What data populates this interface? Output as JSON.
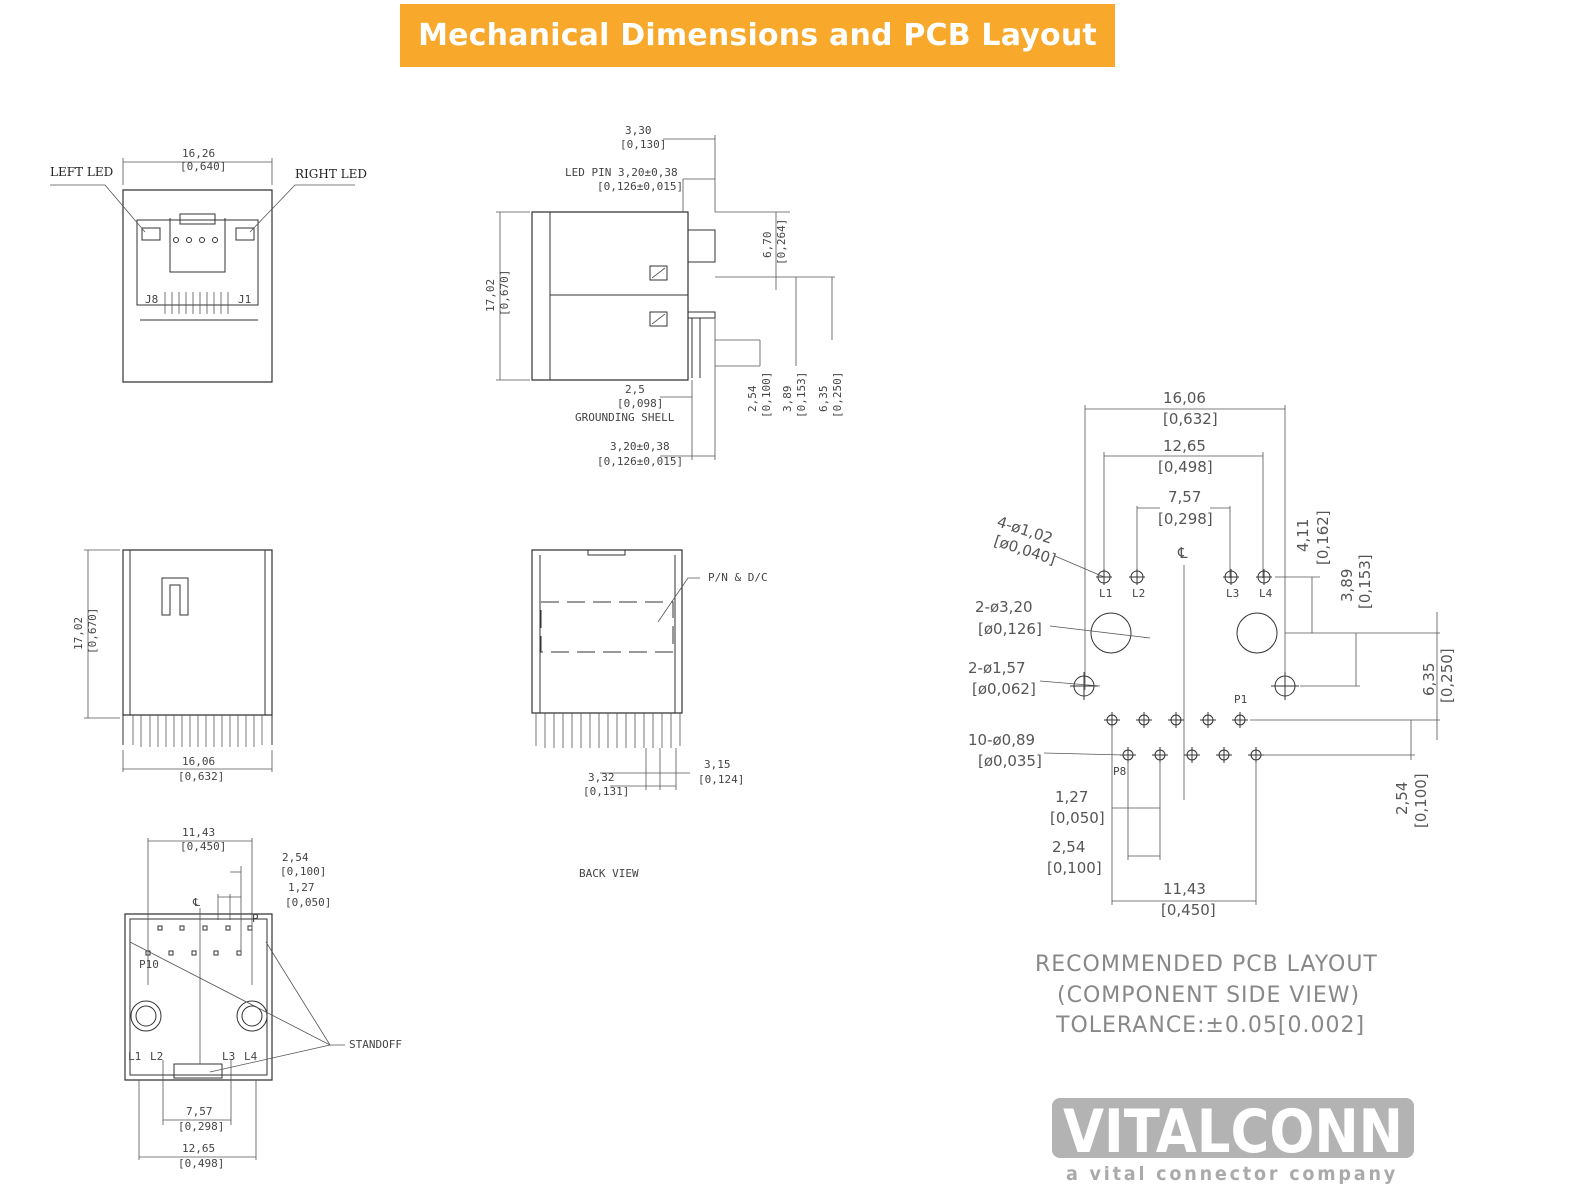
{
  "header": {
    "title": "Mechanical Dimensions and PCB Layout"
  },
  "front_view": {
    "width_mm": "16,26",
    "width_in": "[0,640]",
    "left_led": "LEFT LED",
    "right_led": "RIGHT LED",
    "pin_j8": "J8",
    "pin_j1": "J1"
  },
  "side_view": {
    "top_mm": "3,30",
    "top_in": "[0,130]",
    "led_pin_mm": "LED PIN 3,20±0,38",
    "led_pin_in": "[0,126±0,015]",
    "height_mm": "17,02",
    "height_in": "[0,670]",
    "d670_mm": "6,70",
    "d670_in": "[0,264]",
    "shell_mm": "2,5",
    "shell_in": "[0,098]",
    "shell_label": "GROUNDING SHELL",
    "bottom_mm": "3,20±0,38",
    "bottom_in": "[0,126±0,015]",
    "d254_mm": "2,54",
    "d254_in": "[0,100]",
    "d389_mm": "3,89",
    "d389_in": "[0,153]",
    "d635_mm": "6,35",
    "d635_in": "[0,250]"
  },
  "left_view": {
    "height_mm": "17,02",
    "height_in": "[0,670]",
    "width_mm": "16,06",
    "width_in": "[0,632]"
  },
  "back_view": {
    "pn_label": "P/N & D/C",
    "d332_mm": "3,32",
    "d332_in": "[0,131]",
    "d315_mm": "3,15",
    "d315_in": "[0,124]",
    "label": "BACK VIEW"
  },
  "bottom_view": {
    "d1143_mm": "11,43",
    "d1143_in": "[0,450]",
    "d254_mm": "2,54",
    "d254_in": "[0,100]",
    "d127_mm": "1,27",
    "d127_in": "[0,050]",
    "p10": "P10",
    "p1": "P",
    "l1": "L1",
    "l2": "L2",
    "l3": "L3",
    "l4": "L4",
    "standoff": "STANDOFF",
    "d757_mm": "7,57",
    "d757_in": "[0,298]",
    "d1265_mm": "12,65",
    "d1265_in": "[0,498]",
    "cl": "℄"
  },
  "pcb_layout": {
    "d1606_mm": "16,06",
    "d1606_in": "[0,632]",
    "d1265_mm": "12,65",
    "d1265_in": "[0,498]",
    "d757_mm": "7,57",
    "d757_in": "[0,298]",
    "cl": "℄",
    "d411_mm": "4,11",
    "d411_in": "[0,162]",
    "d389_mm": "3,89",
    "d389_in": "[0,153]",
    "d635_mm": "6,35",
    "d635_in": "[0,250]",
    "d254_mm": "2,54",
    "d254_in": "[0,100]",
    "hole_led_mm": "4-ø1,02",
    "hole_led_in": "[ø0,040]",
    "hole_peg_mm": "2-ø3,20",
    "hole_peg_in": "[ø0,126]",
    "hole_shell_mm": "2-ø1,57",
    "hole_shell_in": "[ø0,062]",
    "hole_pin_mm": "10-ø0,89",
    "hole_pin_in": "[ø0,035]",
    "pitch_mm": "1,27",
    "pitch_in": "[0,050]",
    "row_mm": "2,54",
    "row_in": "[0,100]",
    "span_mm": "11,43",
    "span_in": "[0,450]",
    "l1": "L1",
    "l2": "L2",
    "l3": "L3",
    "l4": "L4",
    "p1": "P1",
    "p8": "P8",
    "title_1": "RECOMMENDED  PCB  LAYOUT",
    "title_2": "(COMPONENT  SIDE  VIEW)",
    "title_3": "TOLERANCE:±0.05[0.002]"
  },
  "logo": {
    "name": "VITALCONN",
    "tagline": "a vital connector company"
  }
}
